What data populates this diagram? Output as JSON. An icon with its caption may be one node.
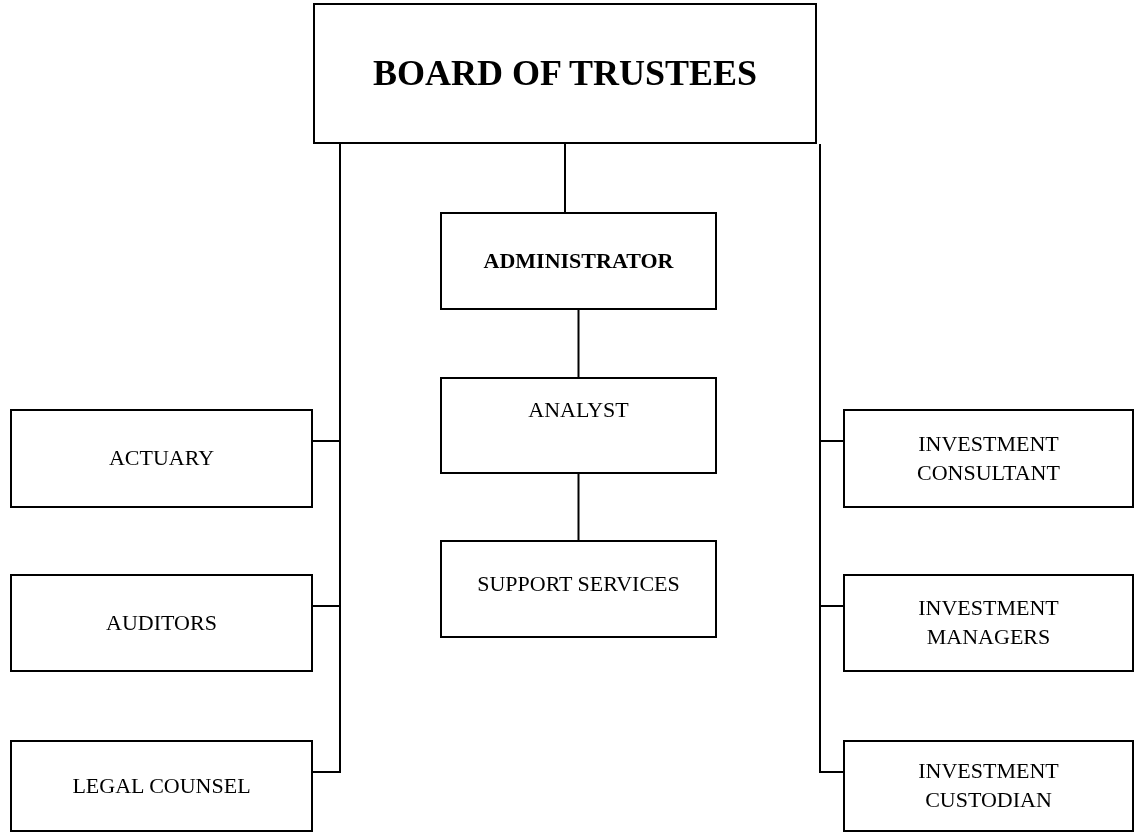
{
  "diagram": {
    "nodes": [
      {
        "text": [
          "BOARD OF TRUSTEES"
        ]
      },
      {
        "text": [
          "ADMINISTRATOR"
        ]
      },
      {
        "text": [
          "ANALYST"
        ]
      },
      {
        "text": [
          "SUPPORT SERVICES"
        ]
      },
      {
        "text": [
          "ACTUARY"
        ]
      },
      {
        "text": [
          "AUDITORS"
        ]
      },
      {
        "text": [
          "LEGAL COUNSEL"
        ]
      },
      {
        "text": [
          "INVESTMENT CONSULTANT"
        ]
      },
      {
        "text": [
          "INVESTMENT MANAGERS"
        ]
      },
      {
        "text": [
          "INVESTMENT CUSTODIAN"
        ]
      }
    ],
    "edges": [
      {
        "from": 0,
        "to": 1,
        "arrow": "none"
      },
      {
        "from": 1,
        "to": 2,
        "arrow": "none"
      },
      {
        "from": 2,
        "to": 3,
        "arrow": "none"
      },
      {
        "from": 0,
        "to": 4,
        "arrow": "none"
      },
      {
        "from": 0,
        "to": 5,
        "arrow": "none"
      },
      {
        "from": 0,
        "to": 6,
        "arrow": "none"
      },
      {
        "from": 0,
        "to": 7,
        "arrow": "none"
      },
      {
        "from": 0,
        "to": 8,
        "arrow": "none"
      },
      {
        "from": 0,
        "to": 9,
        "arrow": "none"
      }
    ]
  }
}
